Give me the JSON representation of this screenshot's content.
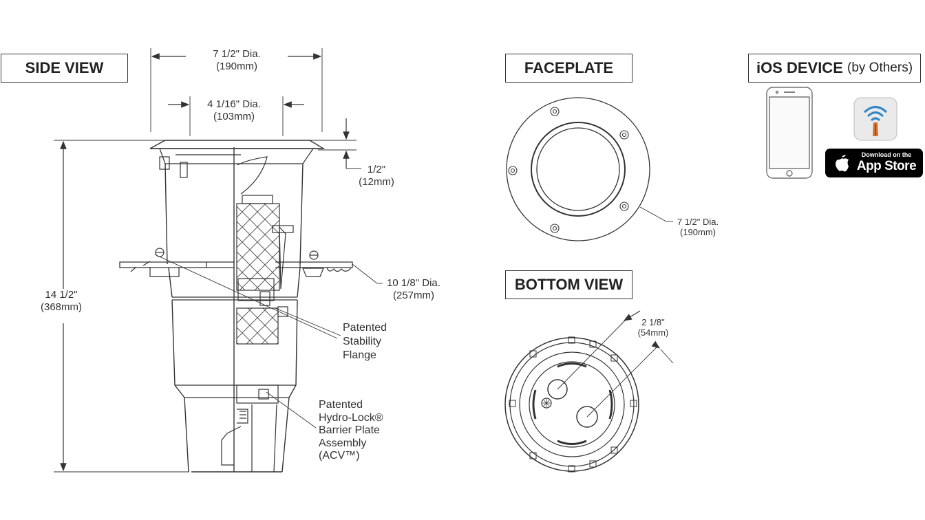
{
  "side_view": {
    "title": "SIDE VIEW",
    "dims": {
      "top_dia": "7 1/2\" Dia.",
      "top_dia_mm": "(190mm)",
      "inner_dia": "4 1/16\" Dia.",
      "inner_dia_mm": "(103mm)",
      "lip": "1/2\"",
      "lip_mm": "(12mm)",
      "height": "14 1/2\"",
      "height_mm": "(368mm)",
      "flange_dia": "10 1/8\" Dia.",
      "flange_dia_mm": "(257mm)"
    },
    "callouts": {
      "stability": [
        "Patented",
        "Stability",
        "Flange"
      ],
      "hydrolock": [
        "Patented",
        "Hydro-Lock®",
        "Barrier Plate",
        "Assembly",
        "(ACV™)"
      ]
    }
  },
  "faceplate": {
    "title": "FACEPLATE",
    "dia": "7 1/2\" Dia.",
    "dia_mm": "(190mm)"
  },
  "bottom_view": {
    "title": "BOTTOM VIEW",
    "dim": "2 1/8\"",
    "dim_mm": "(54mm)"
  },
  "ios": {
    "title": "iOS DEVICE",
    "suffix": "(by Others)",
    "badge_small": "Download on the",
    "badge_large": "App Store"
  }
}
